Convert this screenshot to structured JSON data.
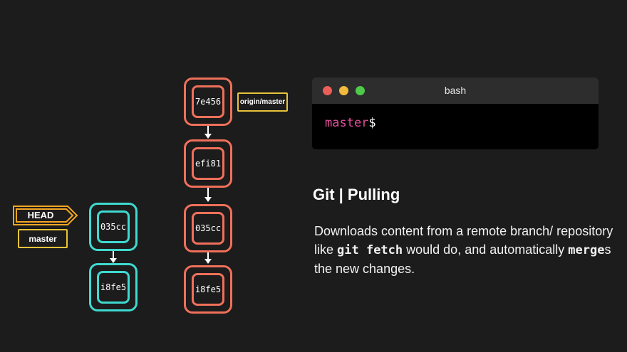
{
  "remote_commits": [
    "7e456",
    "efi81",
    "035cc",
    "i8fe5"
  ],
  "local_commits": [
    "035cc",
    "i8fe5"
  ],
  "labels": {
    "origin_master": "origin/master",
    "head": "HEAD",
    "master": "master"
  },
  "terminal": {
    "title": "bash",
    "prompt_branch": "master",
    "prompt_symbol": "$"
  },
  "heading": "Git | Pulling",
  "description": {
    "part1": "Downloads content from a remote branch/ repository like ",
    "code1": "git fetch",
    "part2": " would do, and automatically ",
    "code2": "merge",
    "part3": "s the new changes."
  },
  "colors": {
    "remote": "#f0705a",
    "local": "#3fd9cf",
    "label_border": "#e8c43a",
    "head": "#f5a623",
    "prompt": "#e0509a"
  }
}
